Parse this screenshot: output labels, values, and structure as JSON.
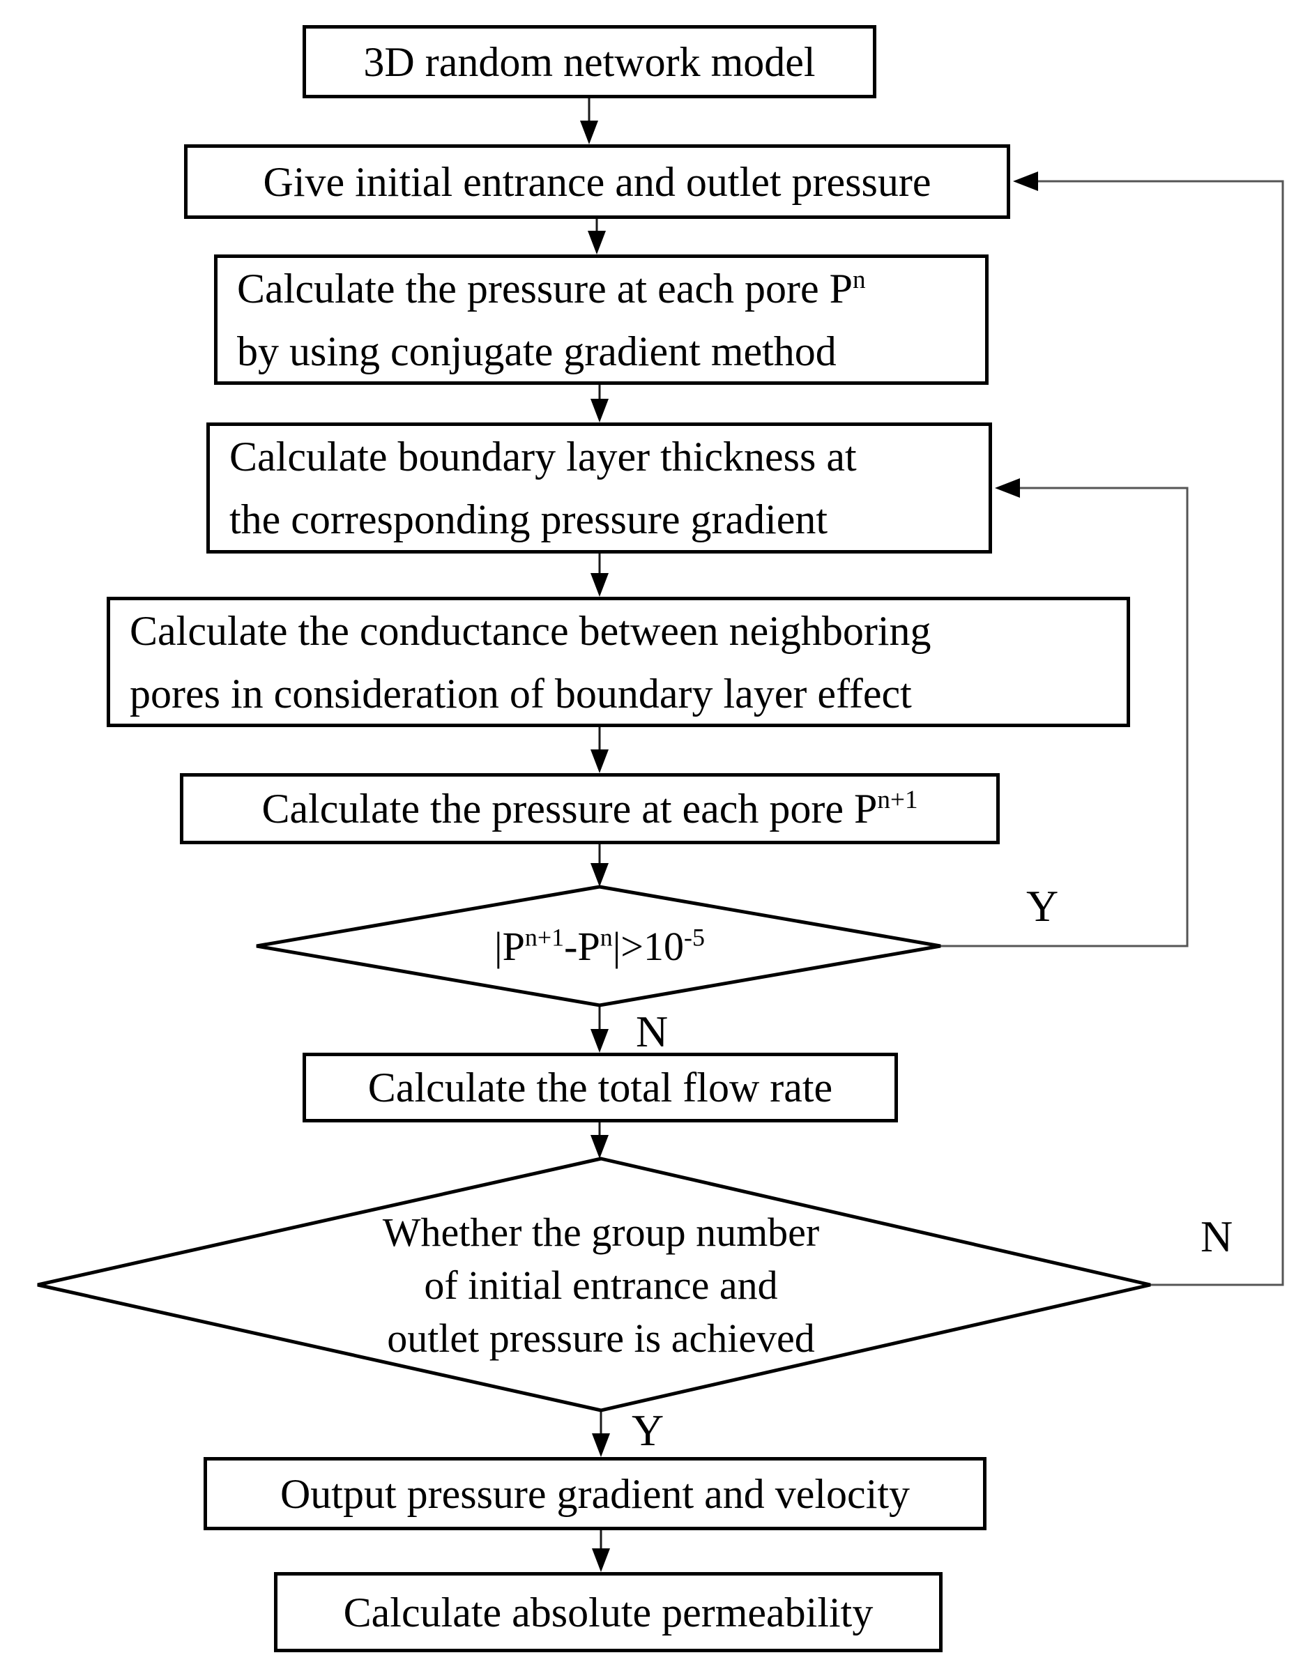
{
  "figure": {
    "type": "flowchart",
    "background": "#ffffff",
    "box_border_color": "#000000",
    "text_color": "#000000",
    "connector_color": "#1a1a1a",
    "loop_line_color": "#555555"
  },
  "boxes": {
    "b1": {
      "text": "3D random network model"
    },
    "b2": {
      "text": "Give initial entrance and outlet pressure"
    },
    "b3": {
      "line1_pre": "Calculate the pressure at each pore P",
      "line1_sup": "n",
      "line2": "by using conjugate gradient method"
    },
    "b4": {
      "line1": "Calculate boundary layer thickness at",
      "line2": "the corresponding pressure gradient"
    },
    "b5": {
      "line1": "Calculate the conductance between neighboring",
      "line2": "pores in consideration of boundary layer effect"
    },
    "b6": {
      "pre": "Calculate the pressure at each pore P",
      "sup": "n+1"
    },
    "b7": {
      "text": "Calculate the total flow rate"
    },
    "b8": {
      "text": "Output pressure gradient and velocity"
    },
    "b9": {
      "text": "Calculate absolute permeability"
    }
  },
  "decisions": {
    "d1": {
      "seg1": "|P",
      "sup1": "n+1",
      "seg2": "-P",
      "sup2": "n",
      "seg3": "|>10",
      "sup3": "-5"
    },
    "d2": {
      "line1": "Whether the group number",
      "line2": "of initial entrance and",
      "line3": "outlet pressure is achieved"
    }
  },
  "labels": {
    "d1_yes": "Y",
    "d1_no": "N",
    "d2_no": "N",
    "d2_yes": "Y"
  }
}
